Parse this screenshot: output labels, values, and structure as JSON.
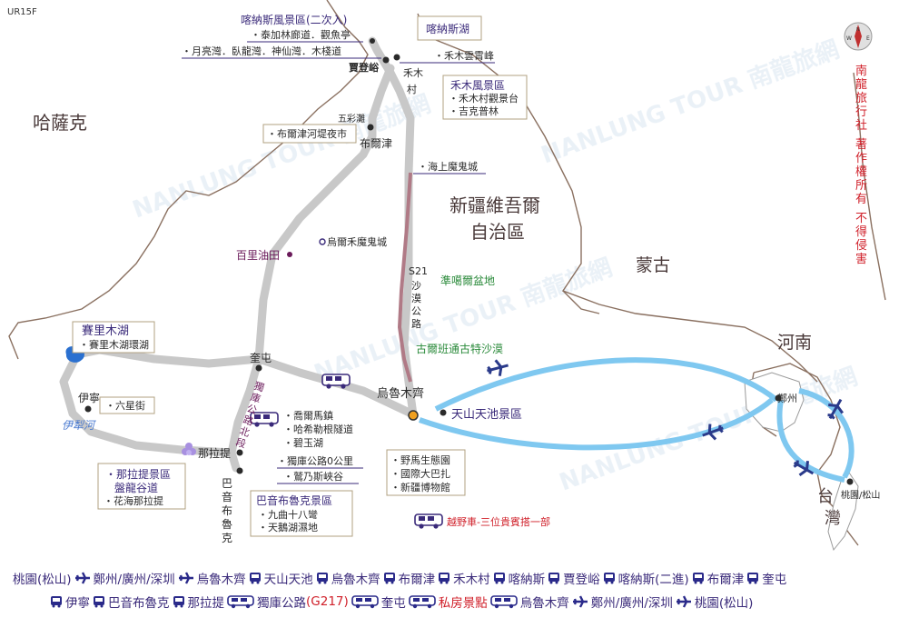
{
  "code": "UR15F",
  "copyright": "南龍旅行社 著作權所有 不得侵害",
  "regions": {
    "kazakhstan": "哈薩克",
    "xinjiang_1": "新疆維吾爾",
    "xinjiang_2": "自治區",
    "mongolia": "蒙古",
    "henan": "河南",
    "taiwan_1": "台",
    "taiwan_2": "灣"
  },
  "places": {
    "kanas_lake": "喀納斯湖",
    "jiadengyu": "賈登峪",
    "hemu_village_1": "禾木",
    "hemu_village_2": "村",
    "wucaitan": "五彩灘",
    "burqin": "布爾津",
    "baili_oilfield": "百里油田",
    "kuitun": "奎屯",
    "sayram_lake": "賽里木湖",
    "yining": "伊寧",
    "yili_river": "伊犁河",
    "nalati": "那拉提",
    "bayinbuluke": [
      "巴",
      "音",
      "布",
      "魯",
      "克"
    ],
    "urumqi": "烏魯木齊",
    "dzungaria": "準噶爾盆地",
    "gurbantunggut": "古爾班通古特沙漠",
    "zhengzhou": "鄭州",
    "taoyuan": "桃園/松山",
    "s21_label": "S21",
    "s21_road": [
      "沙",
      "漠",
      "公",
      "路"
    ],
    "duku_road": [
      "獨",
      "庫",
      "公",
      "路",
      "北",
      "段"
    ]
  },
  "callouts": {
    "kanas_scenic": {
      "title": "喀納斯風景區(二次入)",
      "items": [
        "・泰加林廊道．觀魚亭",
        "・月亮灣．臥龍灣．神仙灣．木棧道"
      ]
    },
    "hemu_peak": "・禾木雲霄峰",
    "hemu_scenic": {
      "title": "禾木風景區",
      "items": [
        "・禾木村觀景台",
        "・吉克普林"
      ]
    },
    "burqin_night": "・布爾津河堤夜市",
    "ghost_city_sea": "・海上魔鬼城",
    "wuerhe": "烏爾禾魔鬼城",
    "sayram_loop": "・賽里木湖環湖",
    "liuxing": "・六星街",
    "nalati_scenic": {
      "title": "・那拉提景區",
      "items": [
        "盤龍谷道",
        "・花海那拉提"
      ]
    },
    "duku_points": [
      "・喬爾馬鎮",
      "・哈希勒根隧道",
      "・碧玉湖",
      "・獨庫公路0公里",
      "・鷲乃斯峽谷"
    ],
    "bayinbuluke_scenic": {
      "title": "巴音布魯克景區",
      "items": [
        "・九曲十八彎",
        "・天鵝湖濕地"
      ]
    },
    "tianshan": "天山天池景區",
    "urumqi_sites": [
      "・野馬生態園",
      "・國際大巴扎",
      "・新疆博物館"
    ],
    "jeep_note": "越野車-三位貴賓搭一部"
  },
  "route": {
    "line1": [
      "桃園(松山)",
      "鄭州/廣州/深圳",
      "烏魯木齊",
      "天山天池",
      "烏魯木齊",
      "布爾津",
      "禾木村",
      "喀納斯",
      "賈登峪",
      "喀納斯(二進)",
      "布爾津",
      "奎屯"
    ],
    "line2": [
      "伊寧",
      "巴音布魯克",
      "那拉提",
      "獨庫公路",
      "(G217)",
      "奎屯",
      "私房景點",
      "烏魯木齊",
      "鄭州/廣州/深圳",
      "桃園(松山)"
    ]
  },
  "colors": {
    "route_gray": "#c8c8c8",
    "flight_blue": "#7fc8f0",
    "s21_road": "#b07a86",
    "label_purple": "#3a2a7a",
    "border_brown": "#8a7060",
    "accent_red": "#d0202a",
    "green": "#2a8a3a",
    "river_blue": "#4a7ad0"
  },
  "icons": [
    "compass-icon",
    "airplane-icon",
    "bus-icon",
    "jeep-icon",
    "lake-icon",
    "flower-icon",
    "car-icon"
  ]
}
